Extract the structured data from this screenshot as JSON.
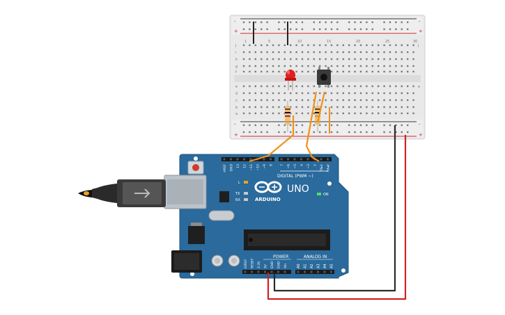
{
  "breadboard": {
    "column_numbers": [
      "1",
      "5",
      "10",
      "15",
      "20",
      "25",
      "30"
    ],
    "row_letters_top": [
      "j",
      "i",
      "h",
      "g",
      "f"
    ],
    "row_letters_bottom": [
      "e",
      "d",
      "c",
      "b",
      "a"
    ],
    "rail_plus": "+",
    "rail_minus": "-"
  },
  "arduino": {
    "brand": "ARDUINO",
    "model": "UNO",
    "digital_label": "DIGITAL (PWM ~)",
    "power_label": "POWER",
    "analog_label": "ANALOG IN",
    "on_label": "ON",
    "l_label": "L",
    "tx_label": "TX",
    "rx_label": "RX",
    "digital_pins": [
      "AREF",
      "GND",
      "13",
      "12",
      "~11",
      "~10",
      "~9",
      "8",
      "7",
      "~6",
      "~5",
      "4",
      "~3",
      "2",
      "TX▸1",
      "RX◂0"
    ],
    "power_pins": [
      "IOREF",
      "RESET",
      "3.3V",
      "5V",
      "GND",
      "GND",
      "Vin"
    ],
    "analog_pins": [
      "A0",
      "A1",
      "A2",
      "A3",
      "A4",
      "A5"
    ]
  },
  "colors": {
    "board_blue": "#2a6a9c",
    "wire_orange": "#f0901a",
    "wire_red": "#d22020",
    "wire_black": "#2a2a2a",
    "led_red": "#e02020",
    "breadboard": "#ececec"
  }
}
